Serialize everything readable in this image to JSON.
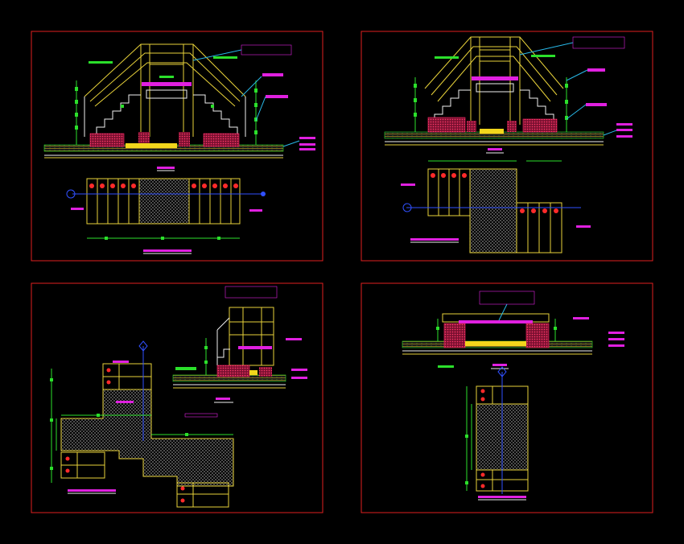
{
  "drawing": {
    "background": "#000000",
    "colors": {
      "frame": "#e02020",
      "structure": "#e8d23a",
      "dimension": "#2be02b",
      "annotation": "#e020e0",
      "leader": "#28b8e8",
      "axis": "#3050ff",
      "fill_pattern": "#ff2a2a"
    },
    "panels": [
      {
        "id": "panel-1",
        "views": [
          "section-elevation",
          "plan"
        ]
      },
      {
        "id": "panel-2",
        "views": [
          "section-elevation",
          "plan"
        ]
      },
      {
        "id": "panel-3",
        "views": [
          "plan",
          "section-elevation"
        ]
      },
      {
        "id": "panel-4",
        "views": [
          "section-elevation",
          "plan"
        ]
      }
    ]
  }
}
